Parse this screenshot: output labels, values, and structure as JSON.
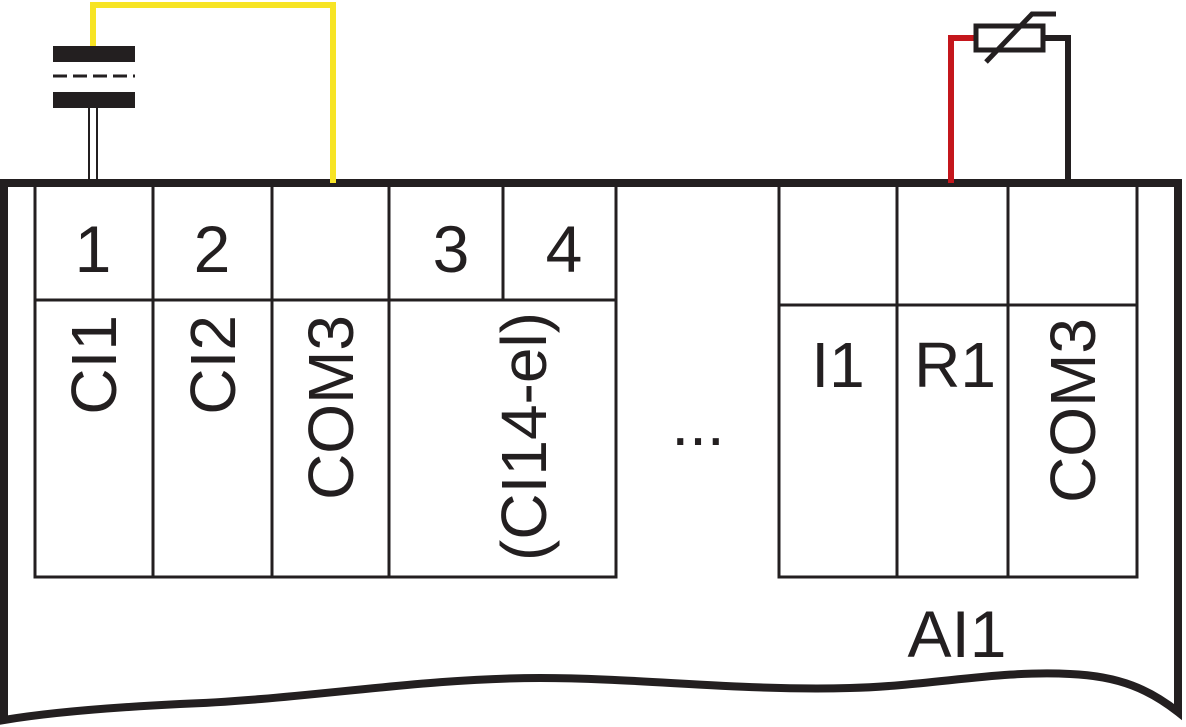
{
  "colors": {
    "ink": "#231f20",
    "wire_yellow": "#f7e425",
    "wire_red": "#c4161c",
    "wire_black": "#231f20",
    "background": "#ffffff"
  },
  "icons": {
    "sensor": "capacitive-sensor-icon",
    "thermistor": "thermistor-icon"
  },
  "left_block": {
    "numbers": [
      "1",
      "2",
      "",
      "3",
      "4"
    ],
    "labels": [
      "CI1",
      "CI2",
      "COM3",
      "(CI14-el)"
    ]
  },
  "ellipsis": "...",
  "right_block": {
    "labels": [
      "I1",
      "R1",
      "COM3"
    ],
    "group_label": "AI1"
  }
}
